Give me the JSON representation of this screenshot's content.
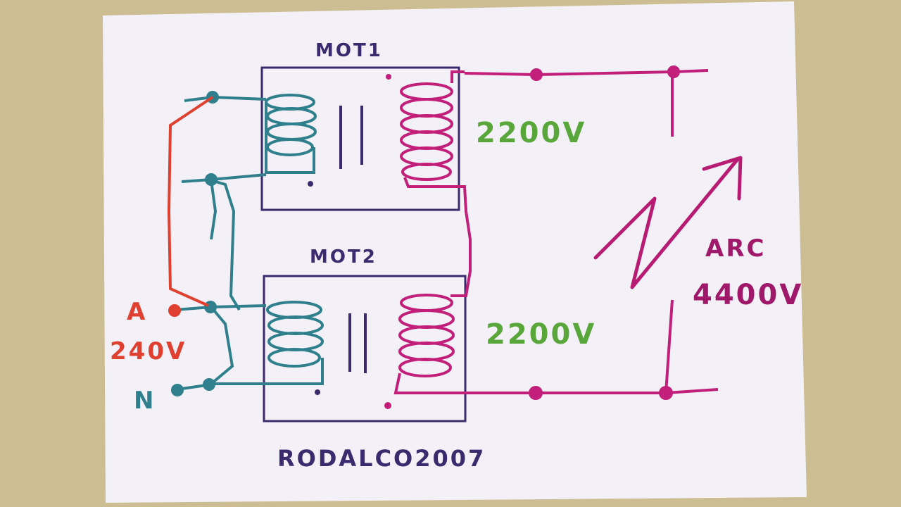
{
  "transformers": [
    {
      "label": "MOT1",
      "secondary_voltage": "2200V"
    },
    {
      "label": "MOT2",
      "secondary_voltage": "2200V"
    }
  ],
  "terminals": {
    "line_label": "A",
    "neutral_label": "N",
    "supply_voltage": "240V"
  },
  "arc": {
    "label": "ARC",
    "voltage": "4400V"
  },
  "signature": "RODALCO2007",
  "colors": {
    "primary_wiring": "#2f7f8c",
    "secondary_wiring": "#c21f7a",
    "transformer_outline": "#3b2a6e",
    "live_jumper": "#e0402f",
    "secondary_voltage_text": "#59a63a",
    "arc_text": "#a0186a",
    "supply_text": "#e0402f",
    "neutral_text": "#2f7f8c",
    "paper": "#f4f2f8"
  }
}
